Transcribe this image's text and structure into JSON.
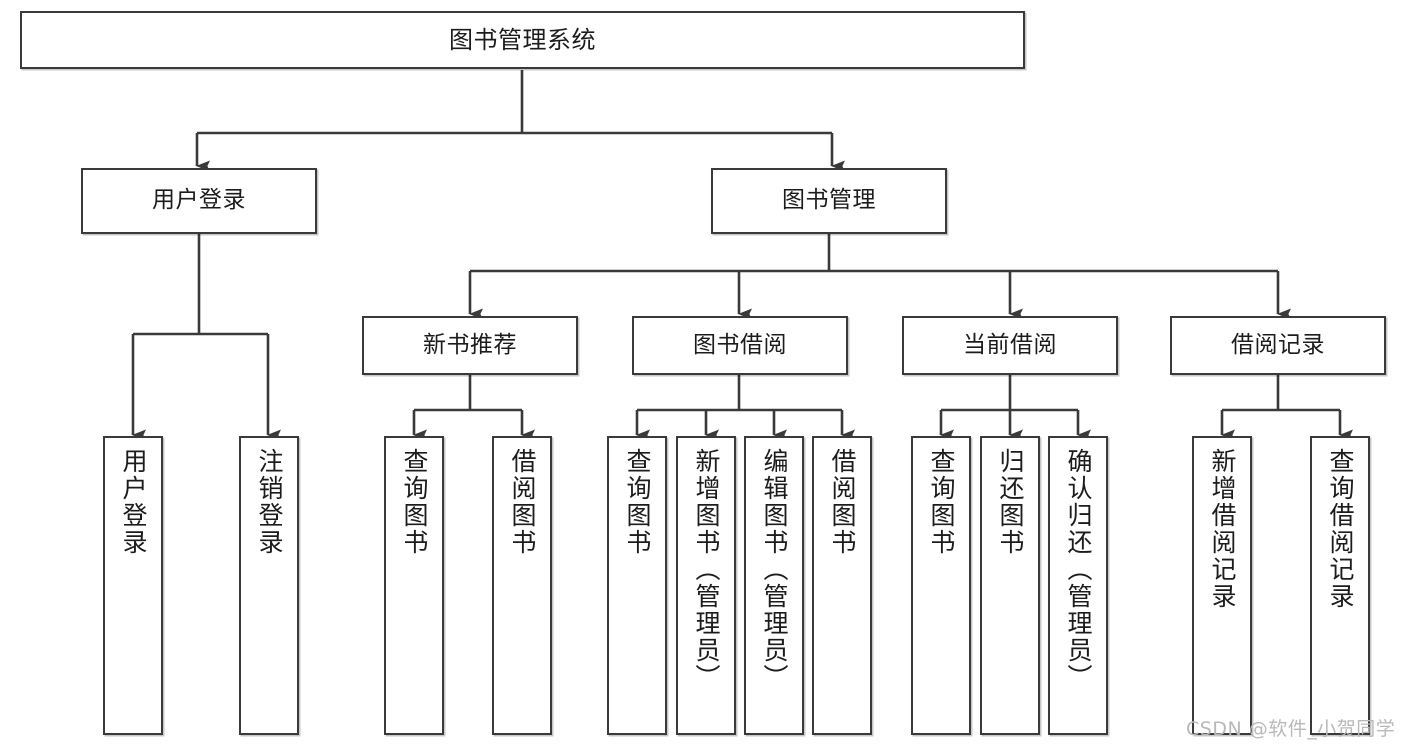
{
  "diagram": {
    "title": "图书管理系统",
    "type": "tree-hierarchy-chart",
    "colors": {
      "box_border": "#3a3a3a",
      "box_fill": "#ffffff",
      "connector": "#3a3a3a",
      "text": "#1c1c1c",
      "watermark": "#b9b9b9",
      "background": "#ffffff"
    },
    "nodes": {
      "root": {
        "label": "图书管理系统"
      },
      "level2": [
        {
          "label": "用户登录"
        },
        {
          "label": "图书管理"
        }
      ],
      "level3": [
        {
          "label": "新书推荐"
        },
        {
          "label": "图书借阅"
        },
        {
          "label": "当前借阅"
        },
        {
          "label": "借阅记录"
        }
      ],
      "leaves_user_login": [
        {
          "label": "用户登录"
        },
        {
          "label": "注销登录"
        }
      ],
      "leaves_new_book": [
        {
          "label": "查询图书"
        },
        {
          "label": "借阅图书"
        }
      ],
      "leaves_borrow": [
        {
          "label": "查询图书"
        },
        {
          "label": "新增图书（管理员）"
        },
        {
          "label": "编辑图书（管理员）"
        },
        {
          "label": "借阅图书"
        }
      ],
      "leaves_current": [
        {
          "label": "查询图书"
        },
        {
          "label": "归还图书"
        },
        {
          "label": "确认归还（管理员）"
        }
      ],
      "leaves_record": [
        {
          "label": "新增借阅记录"
        },
        {
          "label": "查询借阅记录"
        }
      ]
    }
  },
  "watermark": {
    "text": "CSDN @软件_小贺同学"
  }
}
